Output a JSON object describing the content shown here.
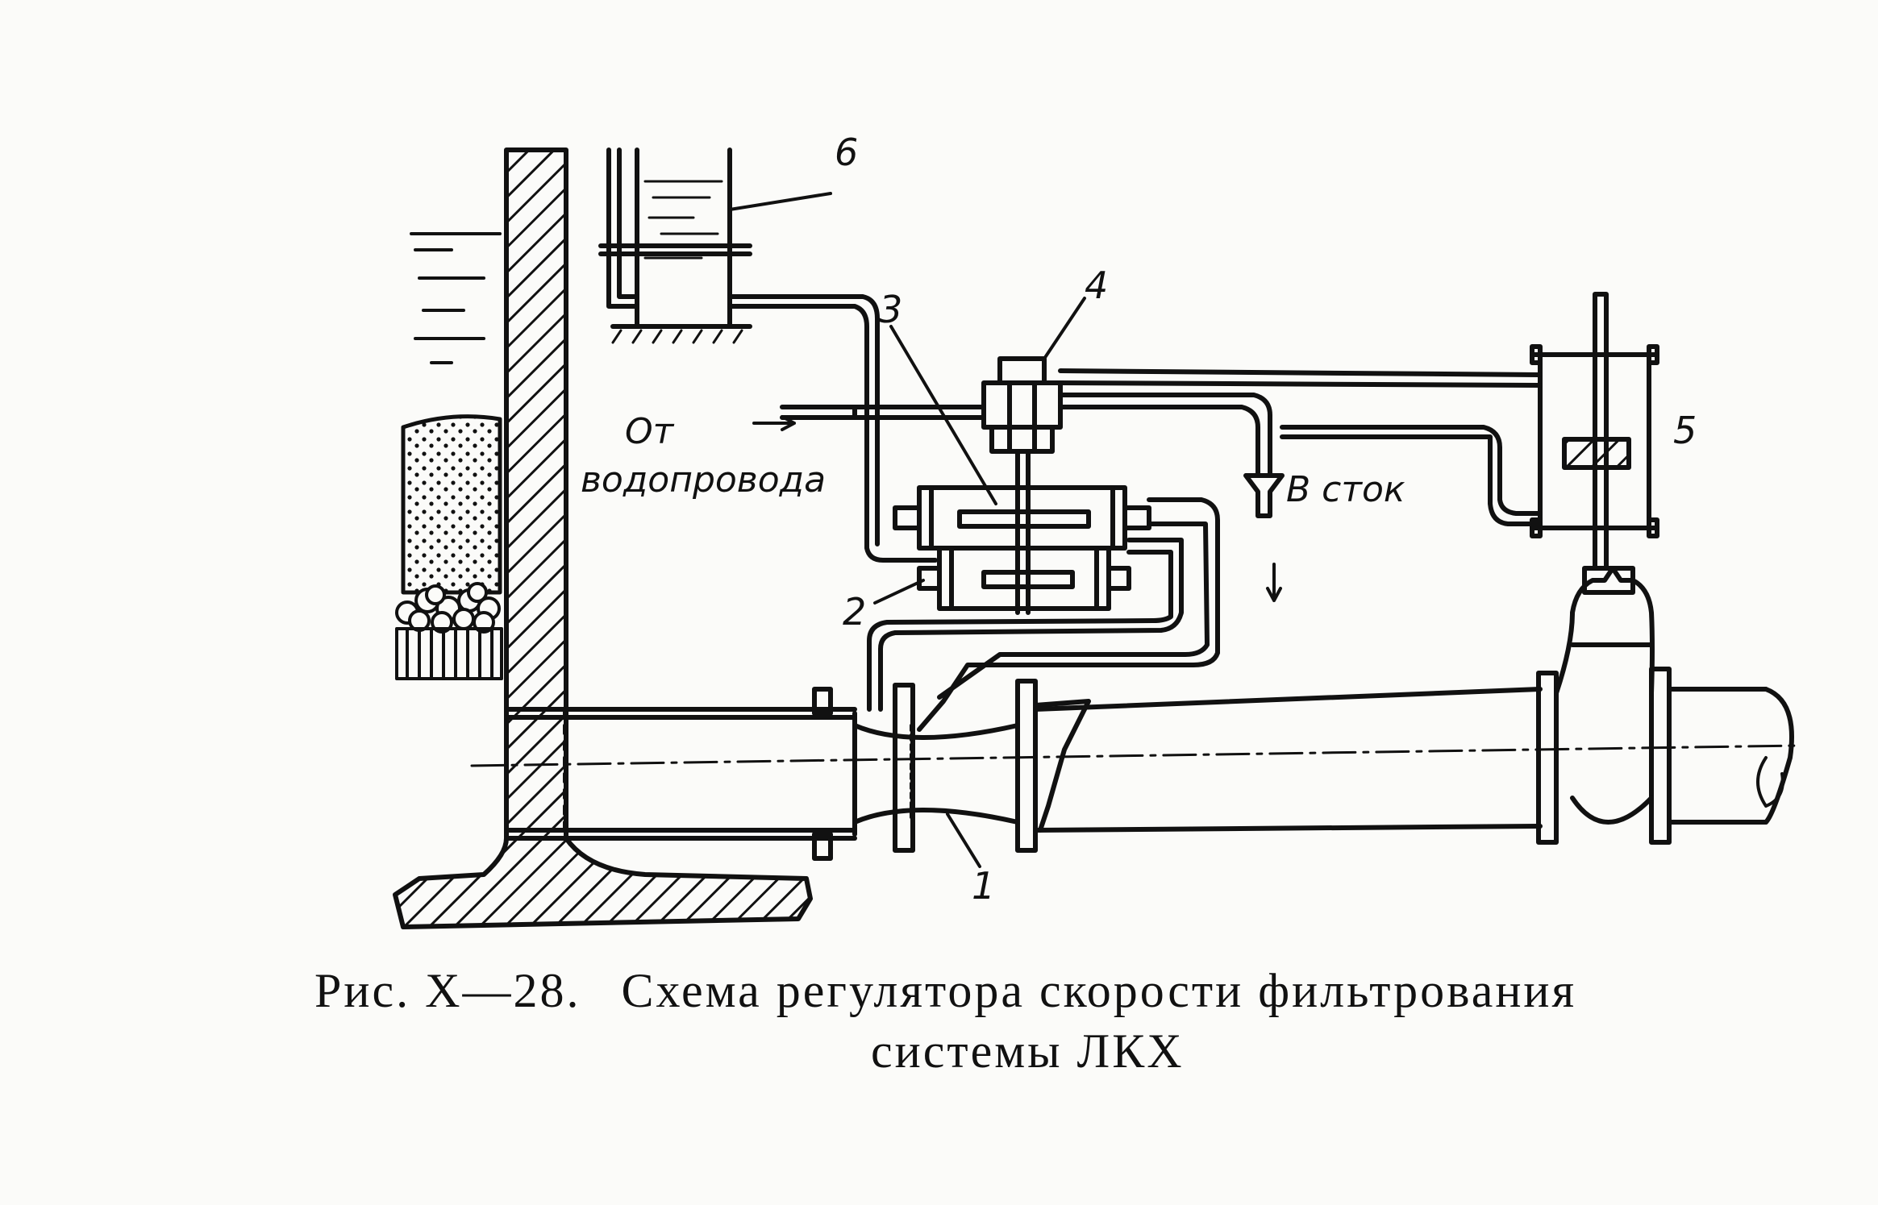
{
  "labels": {
    "part_1": "1",
    "part_2": "2",
    "part_3": "3",
    "part_4": "4",
    "part_5": "5",
    "part_6": "6",
    "from_line1": "От",
    "from_line2": "водопровода",
    "drain": "В сток"
  },
  "caption": {
    "fig_number": "Рис. X—28.",
    "line1": "Схема регулятора скорости фильтрования",
    "line2": "системы ЛКХ"
  }
}
